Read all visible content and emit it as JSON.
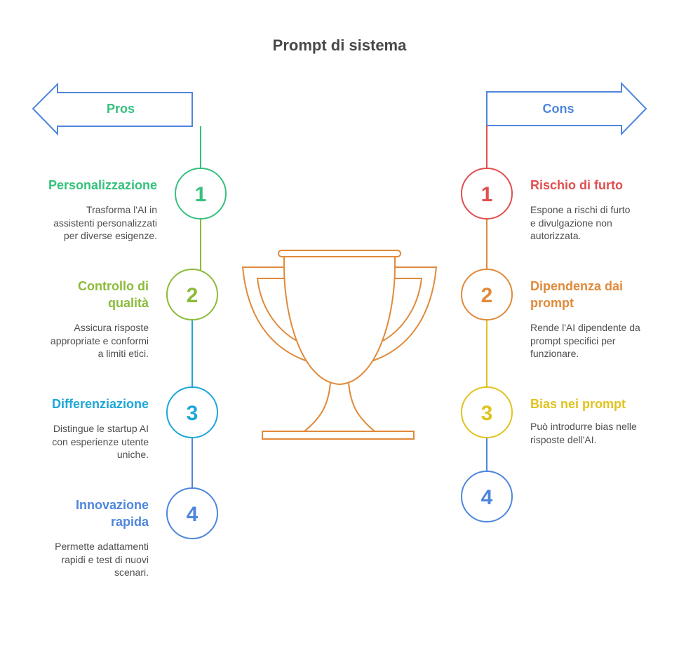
{
  "title": "Prompt di sistema",
  "colors": {
    "arrow": "#4e86dd",
    "trophy": "#e08a3a",
    "text": "#4f4f4f"
  },
  "pros": {
    "label": "Pros",
    "label_color": "#36c07e",
    "items": [
      {
        "number": "1",
        "title": "Personalizzazione",
        "title_lines": [
          "Personalizzazione"
        ],
        "desc_lines": [
          "Trasforma l'AI in",
          "assistenti personalizzati",
          "per diverse esigenze."
        ],
        "color": "#36c07e"
      },
      {
        "number": "2",
        "title": "Controllo di qualità",
        "title_lines": [
          "Controllo di",
          "qualità"
        ],
        "desc_lines": [
          "Assicura risposte",
          "appropriate e conformi",
          "a limiti etici."
        ],
        "color": "#8cbb3a"
      },
      {
        "number": "3",
        "title": "Differenziazione",
        "title_lines": [
          "Differenziazione"
        ],
        "desc_lines": [
          "Distingue le startup AI",
          "con esperienze utente",
          "uniche."
        ],
        "color": "#1ea7d8"
      },
      {
        "number": "4",
        "title": "Innovazione rapida",
        "title_lines": [
          "Innovazione",
          "rapida"
        ],
        "desc_lines": [
          "Permette adattamenti",
          "rapidi e test di nuovi",
          "scenari."
        ],
        "color": "#4e86dd"
      }
    ]
  },
  "cons": {
    "label": "Cons",
    "label_color": "#4e86dd",
    "items": [
      {
        "number": "1",
        "title": "Rischio di furto",
        "title_lines": [
          "Rischio di furto"
        ],
        "desc_lines": [
          "Espone a rischi di furto",
          "e divulgazione non",
          "autorizzata."
        ],
        "color": "#e04f4f"
      },
      {
        "number": "2",
        "title": "Dipendenza dai prompt",
        "title_lines": [
          "Dipendenza dai",
          "prompt"
        ],
        "desc_lines": [
          "Rende l'AI dipendente da",
          "prompt specifici per",
          "funzionare."
        ],
        "color": "#e08a3a"
      },
      {
        "number": "3",
        "title": "Bias nei prompt",
        "title_lines": [
          "Bias nei prompt"
        ],
        "desc_lines": [
          "Può introdurre bias nelle",
          "risposte dell'AI."
        ],
        "color": "#e0c31e"
      },
      {
        "number": "4",
        "title": "",
        "title_lines": [],
        "desc_lines": [],
        "color": "#4e86dd"
      }
    ]
  }
}
